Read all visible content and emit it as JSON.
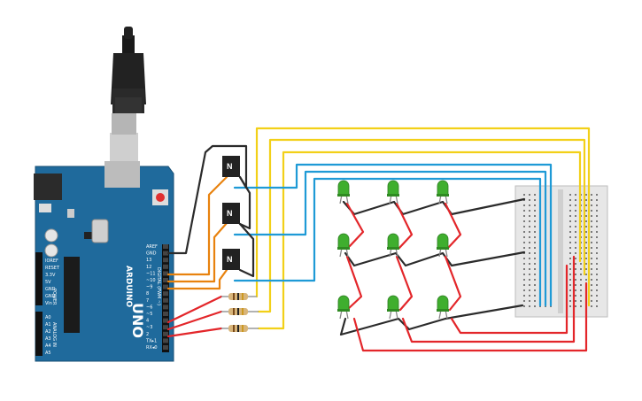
{
  "board": {
    "model": "UNO",
    "brand": "ARDUINO",
    "color": "#1f6a9c",
    "digital_label": "DIGITAL (PWM ~)",
    "power_label": "POWER",
    "analog_label": "ANALOG IN",
    "top_pins": [
      "AREF",
      "GND",
      "13",
      "12",
      "~11",
      "~10",
      "~9",
      "8",
      "7",
      "~6",
      "~5",
      "4",
      "~3",
      "2",
      "TX▸1",
      "RX◂0"
    ],
    "power_pins": [
      "IOREF",
      "RESET",
      "3.3V",
      "5V",
      "GND",
      "GND",
      "Vin"
    ],
    "analog_pins": [
      "A0",
      "A1",
      "A2",
      "A3",
      "A4",
      "A5"
    ]
  },
  "transistors": [
    {
      "label": "N"
    },
    {
      "label": "N"
    },
    {
      "label": "N"
    }
  ],
  "led_grid": {
    "rows": 3,
    "cols": 3,
    "color": "#3fae2e"
  },
  "wire_colors": {
    "yellow": "#f2d018",
    "blue": "#1e9ad6",
    "orange": "#e8820e",
    "red": "#e3262a",
    "black": "#2b2b2b"
  }
}
